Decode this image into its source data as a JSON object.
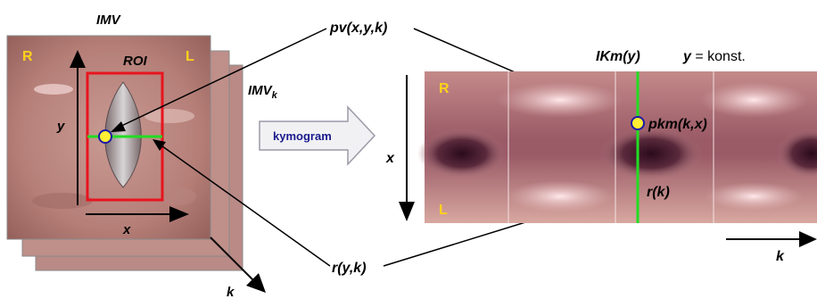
{
  "left_panel": {
    "title": "IMV",
    "roi_label": "ROI",
    "corner_left": "R",
    "corner_right": "L",
    "y_axis_label": "y",
    "x_axis_label": "x",
    "stack_title_base": "IMV",
    "stack_title_sub": "k",
    "depth_axis_label": "k"
  },
  "callouts": {
    "top": "pv(x,y,k)",
    "bottom": "r(y,k)"
  },
  "process_arrow": {
    "label": "kymogram"
  },
  "right_panel": {
    "title": "IKm(y)",
    "condition_var": "y",
    "condition_text": " = konst.",
    "corner_top": "R",
    "corner_bottom": "L",
    "x_axis_label": "x",
    "k_axis_label": "k",
    "point_label": "pkm(k,x)",
    "line_label": "r(k)"
  },
  "colors": {
    "roi": "#e8141e",
    "scan_line": "#22dd22",
    "point_fill": "#ffee33",
    "point_stroke": "#1a1aa8",
    "corner_text": "#ffd21a"
  }
}
